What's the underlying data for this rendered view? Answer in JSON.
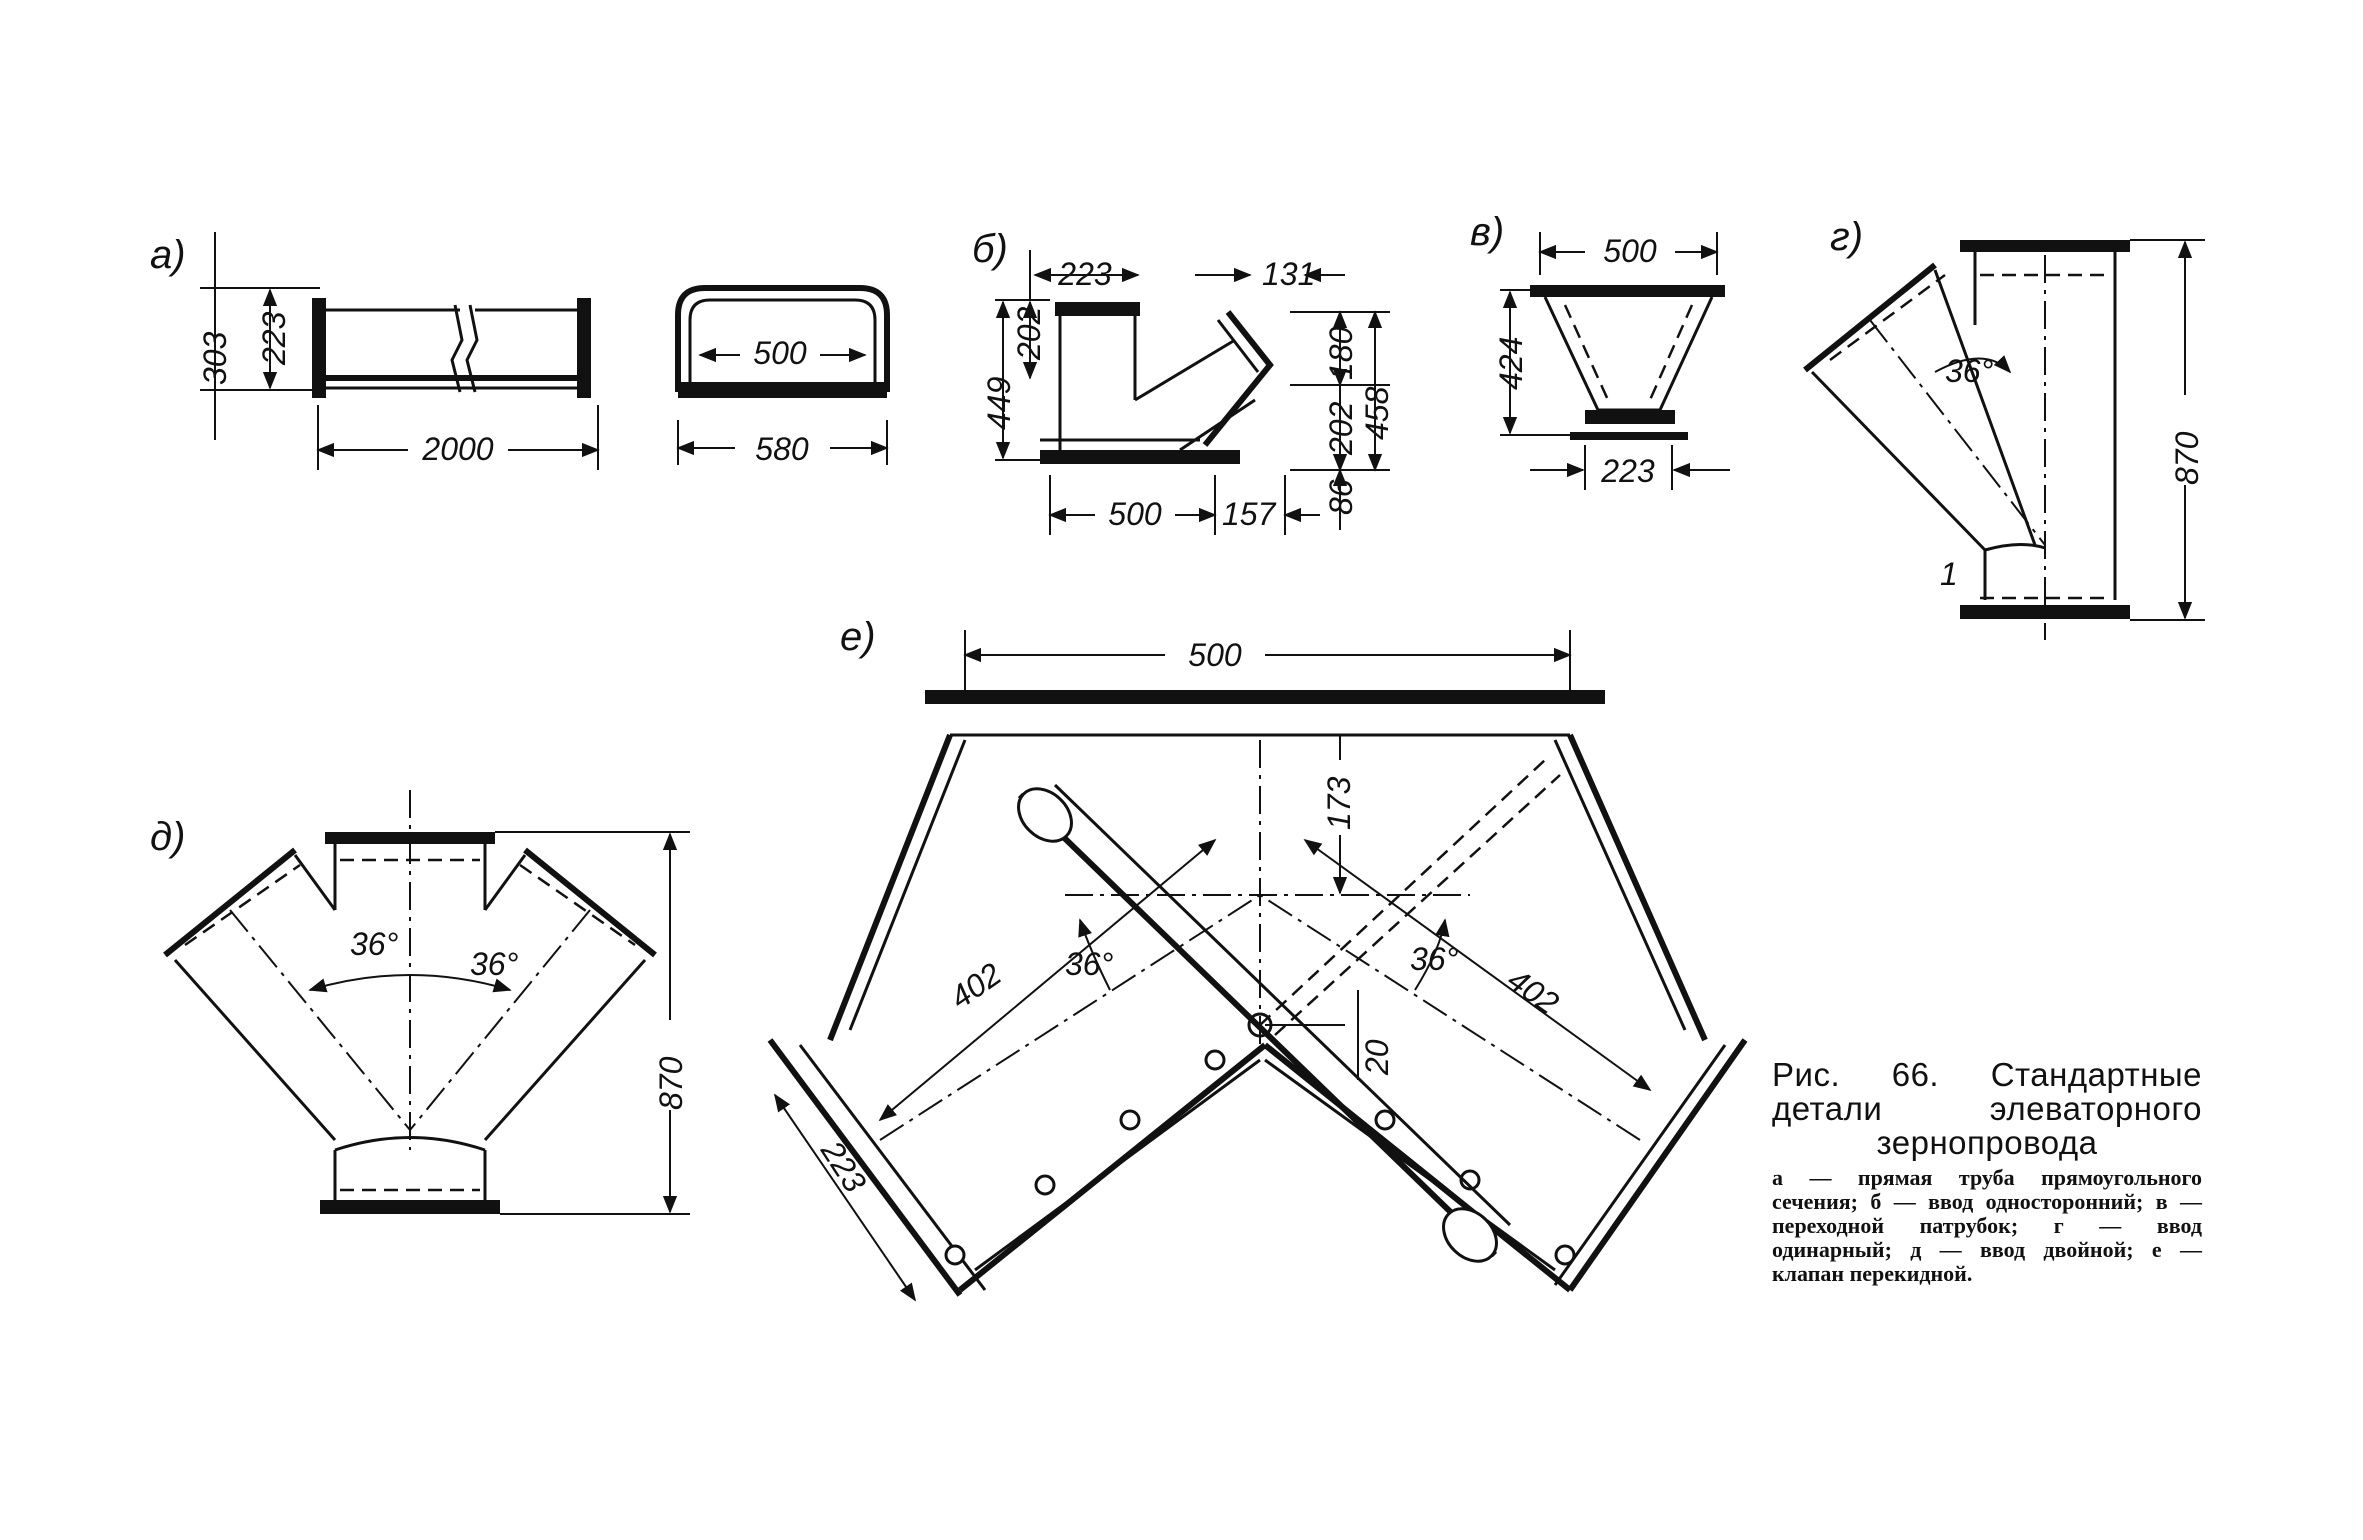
{
  "labels": {
    "a": "а)",
    "b": "б)",
    "v": "в)",
    "g": "г)",
    "d": "д)",
    "e": "е)"
  },
  "part_a": {
    "height_total": "303",
    "height_inner": "223",
    "length": "2000",
    "inner_width": "500",
    "outer_width": "580"
  },
  "part_b": {
    "top_left": "223",
    "top_right": "131",
    "height_total": "449",
    "height_upper": "202",
    "right_upper": "180",
    "right_total": "458",
    "right_lower": "202",
    "bottom_offset": "86",
    "base_width": "500",
    "base_offset": "157"
  },
  "part_v": {
    "top_width": "500",
    "height": "424",
    "bottom_width": "223"
  },
  "part_g": {
    "angle": "36°",
    "height": "870",
    "marker": "1"
  },
  "part_d": {
    "angle_left": "36°",
    "angle_right": "36°",
    "height": "870"
  },
  "part_e": {
    "top_width": "500",
    "offset": "173",
    "arm_left": "402",
    "arm_right": "402",
    "angle_left": "36°",
    "angle_right": "36°",
    "pivot": "20",
    "outlet": "223"
  },
  "caption": {
    "title": "Рис. 66. Стандартные детали элеваторного зернопровода",
    "body": "а — прямая труба прямоугольного сечения; б — ввод односторонний; в — переходной патрубок; г — ввод одинарный; д — ввод двойной; е — клапан перекидной."
  }
}
